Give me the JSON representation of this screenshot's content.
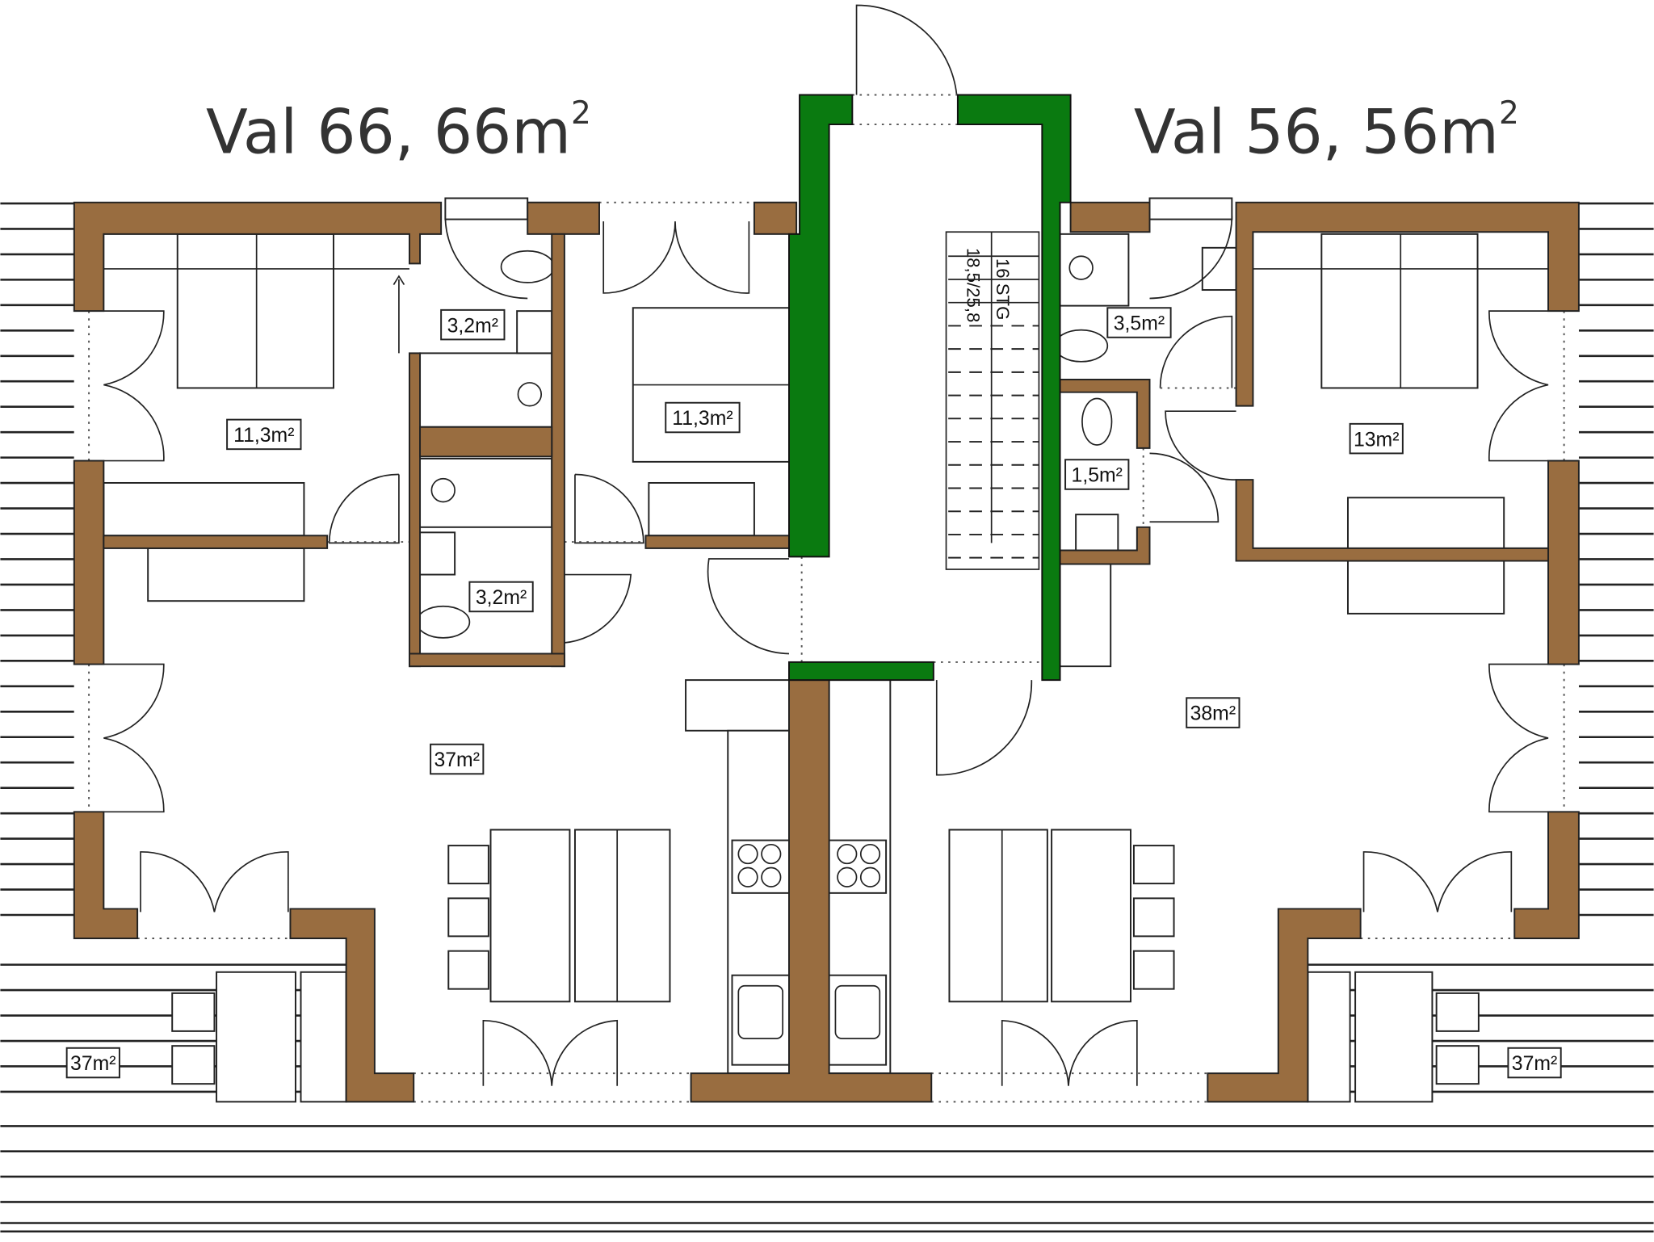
{
  "titles": {
    "left": {
      "text": "Val 66, 66m",
      "sup": "2"
    },
    "right": {
      "text": "Val 56, 56m",
      "sup": "2"
    }
  },
  "rooms": {
    "left_bedroom_1": "11,3m²",
    "left_bath_1": "3,2m²",
    "left_bedroom_2": "11,3m²",
    "left_bath_2": "3,2m²",
    "left_living": "37m²",
    "left_terrace": "37m²",
    "right_bath": "3,5m²",
    "right_wc": "1,5m²",
    "right_bedroom": "13m²",
    "right_living": "38m²",
    "right_terrace": "37m²"
  },
  "stairs": {
    "steps": "16 STG",
    "dimensions": "18,5/25,8"
  },
  "colors": {
    "wall": "#996d40",
    "core_wall": "#0a7a10"
  }
}
